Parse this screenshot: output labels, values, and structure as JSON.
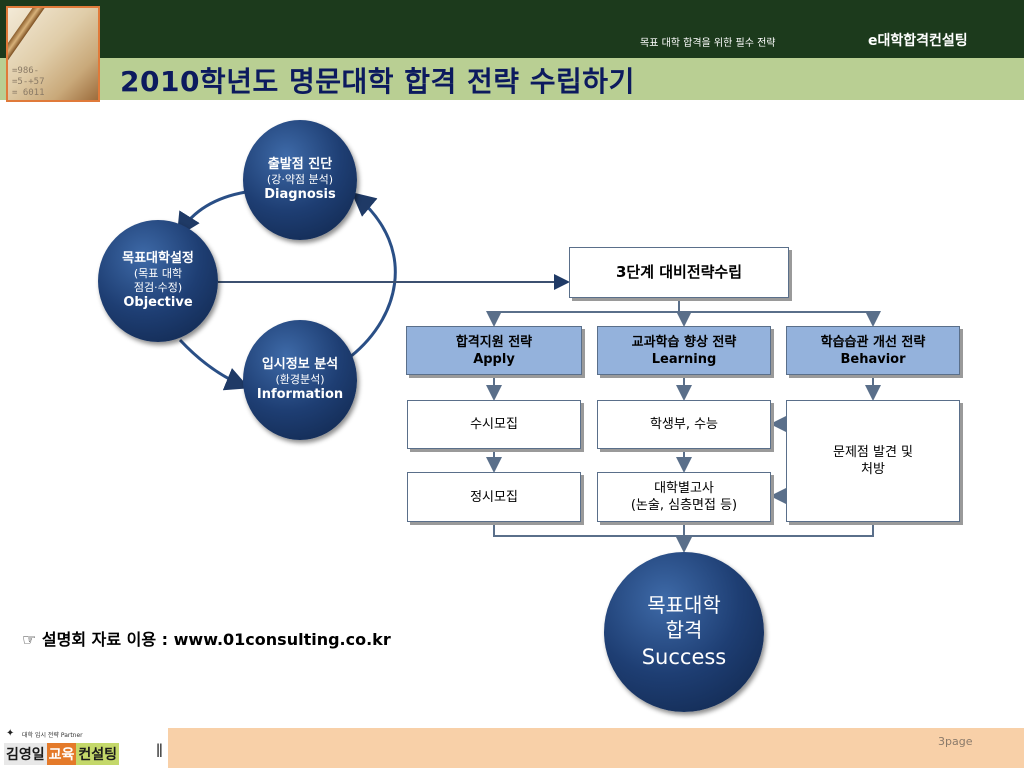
{
  "header": {
    "tagline": "목표 대학 합격을 위한 필수 전략",
    "brand": "e대학합격컨설팅",
    "title": "2010학년도 명문대학 합격 전략 수립하기",
    "photo_digits": "=986-\n=5-+57\n= 6011"
  },
  "cycle": {
    "diagnosis": {
      "line1": "출발점 진단",
      "line2": "(강·약점 분석)",
      "line3": "Diagnosis"
    },
    "objective": {
      "line1": "목표대학설정",
      "line2a": "(목표 대학",
      "line2b": "점검·수정)",
      "line3": "Objective"
    },
    "information": {
      "line1": "입시정보 분석",
      "line2": "(환경분석)",
      "line3": "Information"
    }
  },
  "strategy": {
    "main": "3단계 대비전략수립",
    "apply": {
      "ko": "합격지원 전략",
      "en": "Apply"
    },
    "learning": {
      "ko": "교과학습 향상 전략",
      "en": "Learning"
    },
    "behavior": {
      "ko": "학습습관 개선 전략",
      "en": "Behavior"
    },
    "susi": "수시모집",
    "jungsi": "정시모집",
    "record": "학생부, 수능",
    "exam_line1": "대학별고사",
    "exam_line2": "(논술, 심층면접 등)",
    "problem_line1": "문제점 발견 및",
    "problem_line2": "처방"
  },
  "success": {
    "line1": "목표대학",
    "line2": "합격",
    "line3": "Success"
  },
  "note": {
    "icon": "☞",
    "text": "설명회 자료 이용 : www.01consulting.co.kr"
  },
  "footer": {
    "page": "3page",
    "logo_tag": "대학 입시 전략 Partner",
    "logo_name1": "김영일",
    "logo_name2": "교육",
    "logo_name3": "컨설팅",
    "logo_bar": "ǁ"
  },
  "colors": {
    "header_dark": "#1c3a1c",
    "header_light": "#b9cf93",
    "title_text": "#0c1a5e",
    "circle_navy": "#1e3e73",
    "box_blue": "#94b2dc",
    "footer_peach": "#f8d0a8"
  }
}
